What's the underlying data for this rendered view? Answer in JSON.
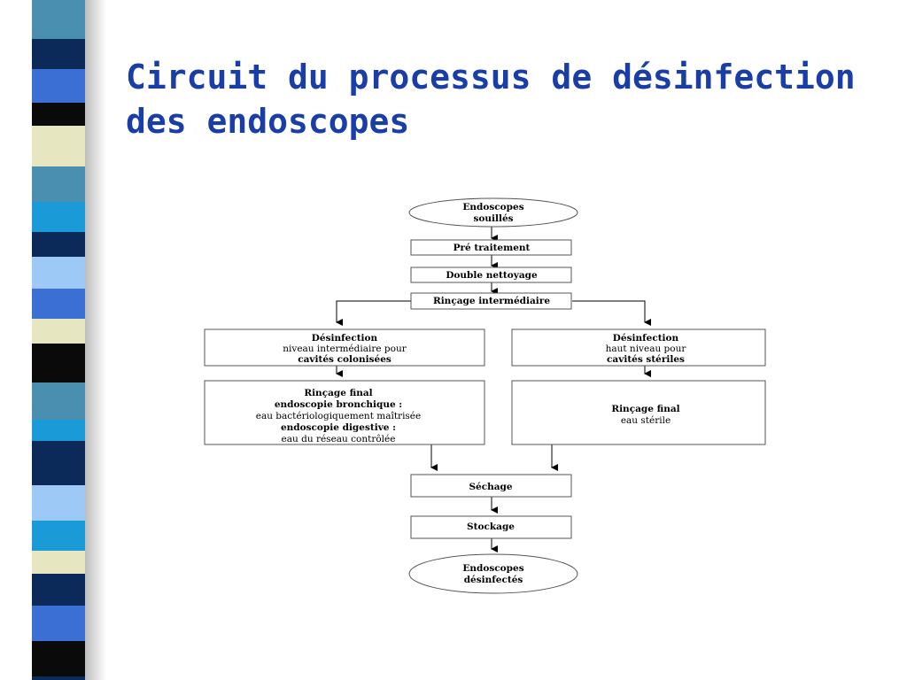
{
  "slide": {
    "title_line1": "Circuit du processus de désinfection",
    "title_line2": "des endoscopes"
  },
  "colors": {
    "title": "#1a3ea8",
    "stripe_dark_navy": "#0b2a5a",
    "stripe_blue": "#3b6fd4",
    "stripe_light_blue": "#9cc9f5",
    "stripe_teal": "#4a8fb0",
    "stripe_cyan": "#1a9ad6",
    "stripe_cream": "#e6e6c0",
    "stripe_black": "#0a0a0a"
  },
  "flowchart": {
    "start": {
      "line1": "Endoscopes",
      "line2": "souillés"
    },
    "pretreatment": "Pré traitement",
    "double_cleaning": "Double nettoyage",
    "intermediate_rinse": "Rinçage intermédiaire",
    "disinfection_intermediate": {
      "line1": "Désinfection",
      "line2": "niveau intermédiaire pour",
      "line3": "cavités colonisées"
    },
    "disinfection_high": {
      "line1": "Désinfection",
      "line2": "haut niveau pour",
      "line3": "cavités stériles"
    },
    "final_rinse_left": {
      "line1": "Rinçage final",
      "line2": "endoscopie bronchique :",
      "line3": "eau bactériologiquement maîtrisée",
      "line4": "endoscopie digestive :",
      "line5": "eau du réseau contrôlée"
    },
    "final_rinse_right": {
      "line1": "Rinçage final",
      "line2": "eau stérile"
    },
    "drying": "Séchage",
    "storage": "Stockage",
    "end": {
      "line1": "Endoscopes",
      "line2": "désinfectés"
    }
  }
}
